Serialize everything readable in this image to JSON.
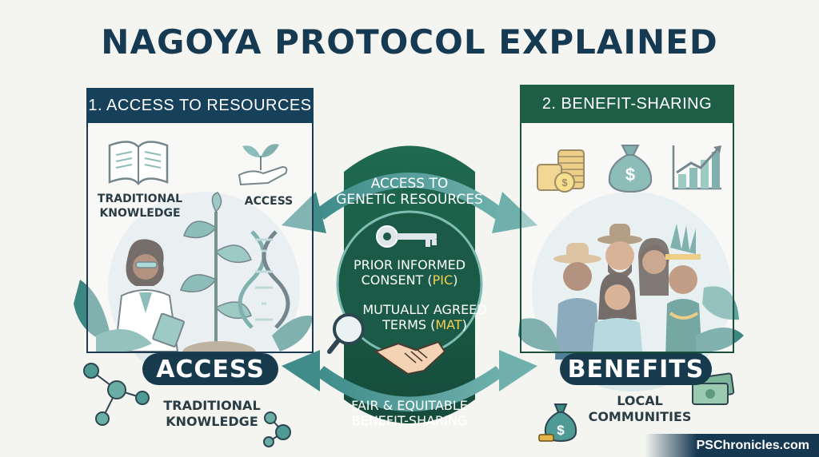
{
  "title": "NAGOYA PROTOCOL EXPLAINED",
  "left_panel": {
    "heading": "1. ACCESS TO RESOURCES",
    "traditional_knowledge": [
      "TRADITIONAL",
      "KNOWLEDGE"
    ],
    "access_label": "ACCESS",
    "icons": [
      "open-book-icon",
      "hand-sprout-icon",
      "scientist-icon",
      "plant-icon",
      "dna-icon",
      "molecule-icon"
    ]
  },
  "right_panel": {
    "heading": "2. BENEFIT-SHARING",
    "icons": [
      "coin-stack-icon",
      "money-bag-icon",
      "bar-chart-growth-icon",
      "community-people-icon",
      "banknotes-icon"
    ]
  },
  "center": {
    "top_arrow": [
      "ACCESS TO",
      "GENETIC RESOURCES"
    ],
    "pic": {
      "line1": "PRIOR INFORMED",
      "line2_prefix": "CONSENT (",
      "line2_abbr": "PIC",
      "line2_suffix": ")"
    },
    "mat": {
      "line1": "MUTUALLY AGREED",
      "line2_prefix": "TERMS (",
      "line2_abbr": "MAT",
      "line2_suffix": ")"
    },
    "bottom_arrow": [
      "FAIR & EQUITABLE",
      "BENEFIT-SHARING"
    ],
    "icons": [
      "key-icon",
      "magnifier-icon",
      "handshake-icon"
    ]
  },
  "bottom_left": {
    "pill": "ACCESS",
    "caption": [
      "TRADITIONAL",
      "KNOWLEDGE"
    ]
  },
  "bottom_right": {
    "pill": "BENEFITS",
    "caption": [
      "LOCAL",
      "COMMUNITIES"
    ]
  },
  "watermark": "PSChronicles.com",
  "colors": {
    "navy": "#163a52",
    "forest": "#1e5e46",
    "teal": "#4f9a94",
    "gold": "#e3b448",
    "highlight": "#f1cf52"
  }
}
